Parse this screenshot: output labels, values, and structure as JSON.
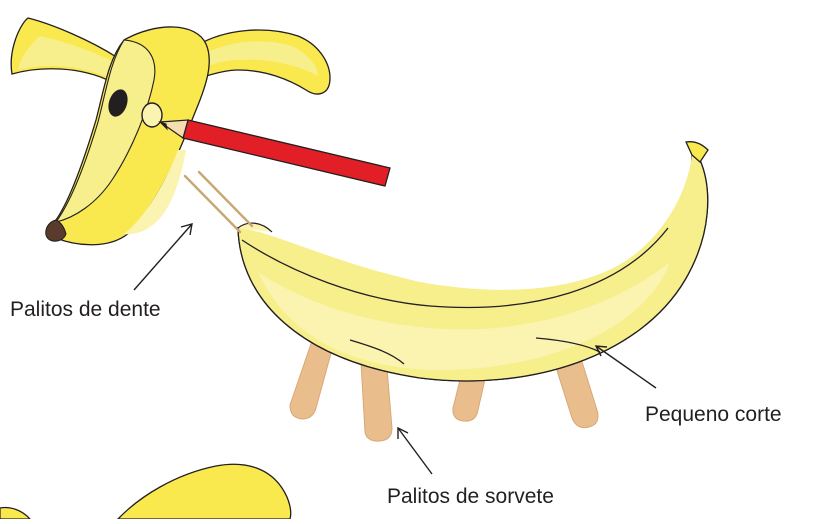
{
  "labels": {
    "toothpicks": "Palitos de dente",
    "small_cut": "Pequeno corte",
    "popsicle_sticks": "Palitos de sorvete"
  },
  "colors": {
    "banana_yellow": "#f9e94e",
    "banana_light": "#f7ee8c",
    "banana_pale": "#fbf3b0",
    "outline": "#231f20",
    "pencil_red": "#e21e26",
    "pencil_wood": "#f5ddb0",
    "stick_color": "#e9be8c",
    "tip_brown": "#5a3a2a"
  }
}
